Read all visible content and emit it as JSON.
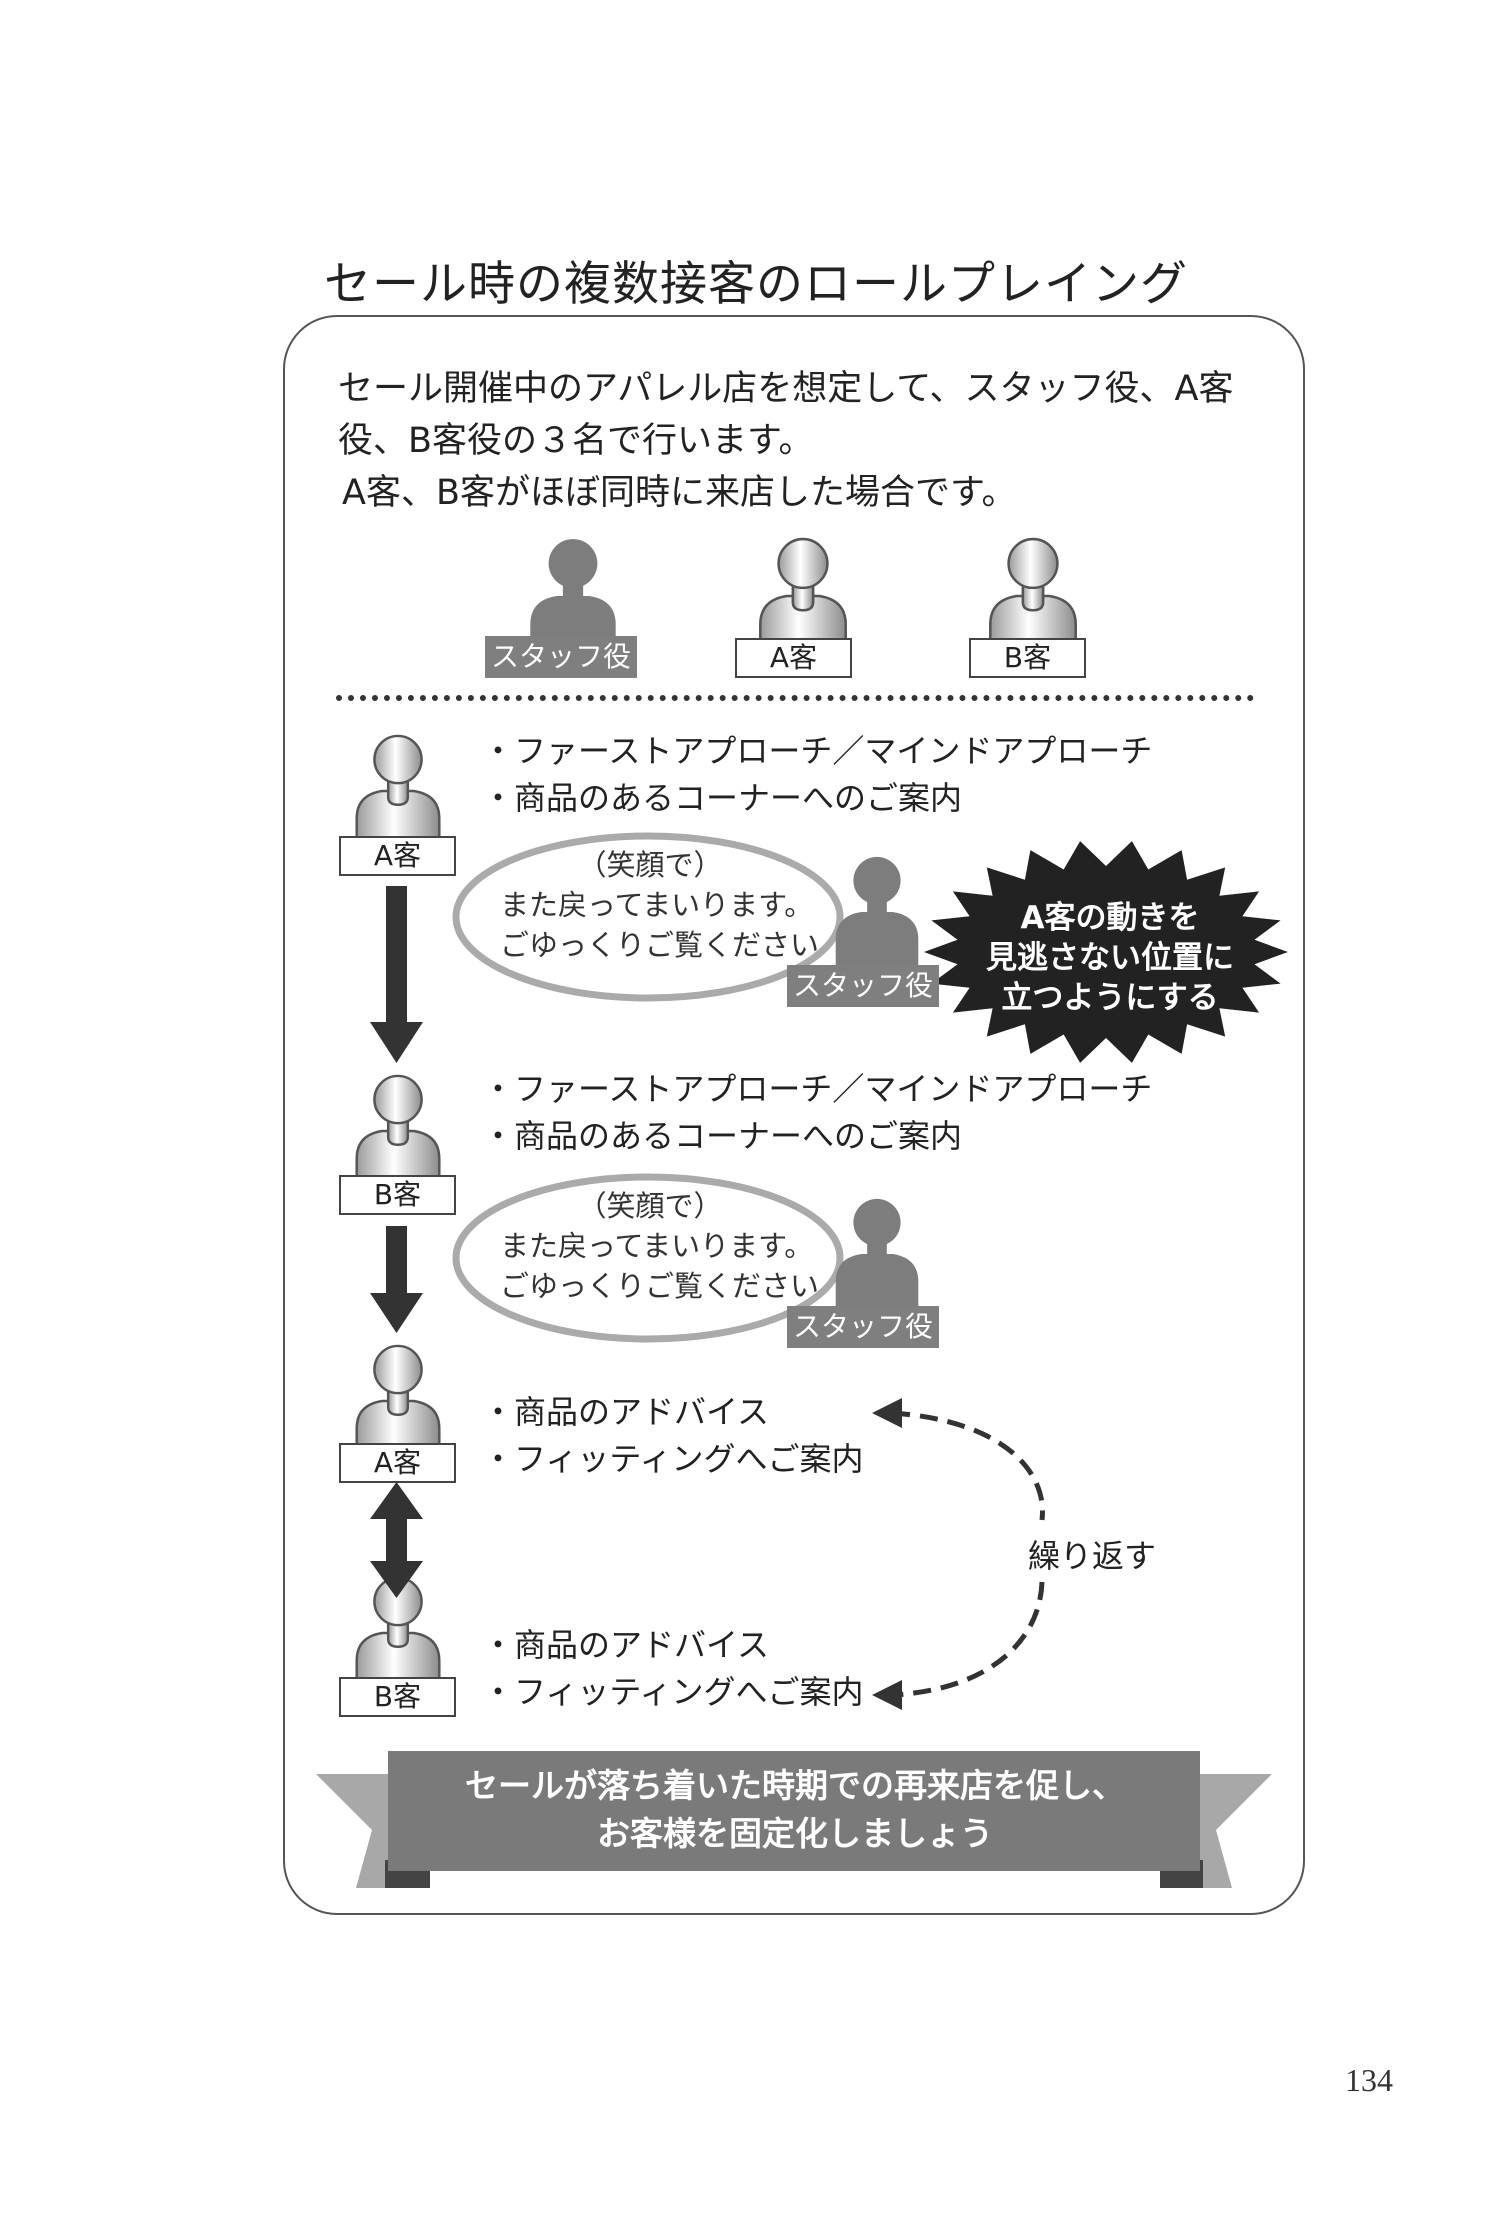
{
  "title": "セール時の複数接客のロールプレイング",
  "intro": {
    "line1": "セール開催中のアパレル店を想定して、スタッフ役、A客",
    "line2": "役、B客役の３名で行います。",
    "line3": "A客、B客がほぼ同時に来店した場合です。"
  },
  "roles": {
    "staff": "スタッフ役",
    "a": "A客",
    "b": "B客"
  },
  "steps": [
    {
      "bullet1": "・ファーストアプローチ／マインドアプローチ",
      "bullet2": "・商品のあるコーナーへのご案内"
    },
    {
      "bullet1": "・ファーストアプローチ／マインドアプローチ",
      "bullet2": "・商品のあるコーナーへのご案内"
    },
    {
      "bullet1": "・商品のアドバイス",
      "bullet2": "・フィッティングへご案内"
    },
    {
      "bullet1": "・商品のアドバイス",
      "bullet2": "・フィッティングへご案内"
    }
  ],
  "speech": {
    "line1": "（笑顔で）",
    "line2": "また戻ってまいります。",
    "line3": "ごゆっくりご覧ください"
  },
  "burst": {
    "line1": "A客の動きを",
    "line2": "見逃さない位置に",
    "line3": "立つようにする"
  },
  "repeat_label": "繰り返す",
  "banner": {
    "line1": "セールが落ち着いた時期での再来店を促し、",
    "line2": "お客様を固定化しましょう"
  },
  "page_number": "134",
  "colors": {
    "staff_fill": "#7f7f7f",
    "burst_fill": "#222222",
    "banner_fill": "#7a7a7a",
    "banner_tail": "#a8a8a8"
  }
}
